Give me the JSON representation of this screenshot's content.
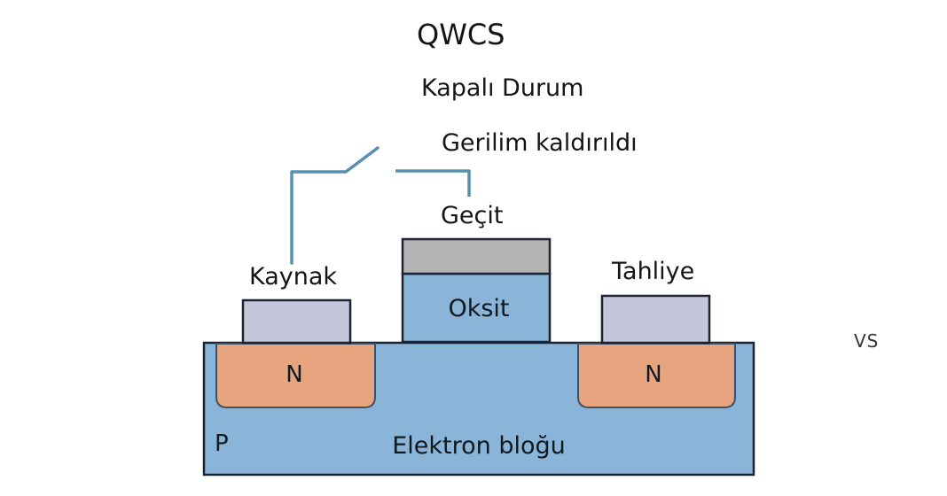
{
  "title": "QWCS",
  "state_label": "Kapalı Durum",
  "voltage_label": "Gerilim kaldırıldı",
  "comparison_label": "VS",
  "transistor": {
    "gate_label": "Geçit",
    "source_label": "Kaynak",
    "drain_label": "Tahliye",
    "oxide_label": "Oksit",
    "source_region_label": "N",
    "drain_region_label": "N",
    "substrate_type_label": "P",
    "substrate_label": "Elektron bloğu",
    "switch_state": "open"
  },
  "colors": {
    "wire": "#5b8fb0",
    "substrate": "#8ab4d8",
    "oxide": "#8ab4d8",
    "gate_metal": "#b3b3b3",
    "contact": "#c5c6d9",
    "n_region": "#e6a57f",
    "outline": "#1b2430"
  }
}
